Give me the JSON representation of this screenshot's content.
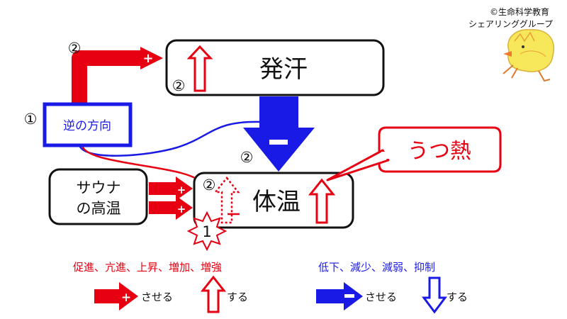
{
  "credit": [
    "©生命科学教育",
    "シェアリンググループ"
  ],
  "boxes": {
    "sweat": "発汗",
    "body_temp": "体温",
    "reverse": "逆の方向",
    "sauna_line1": "サウナ",
    "sauna_line2": "の高温",
    "utsunetsu": "うつ熱"
  },
  "markers": {
    "m1_left": "①",
    "m2_top": "②",
    "m2_sweat": "②",
    "m2_mid": "②",
    "m2_body": "②",
    "m1_burst": "1"
  },
  "signs": {
    "plus": "+",
    "minus": "−"
  },
  "legend": {
    "increase_terms": "促進、亢進、上昇、増加、増強",
    "decrease_terms": "低下、減少、減弱、抑制",
    "causes": "させる",
    "does": "する"
  },
  "colors": {
    "red": "#e60012",
    "blue": "#1a1ae6",
    "black": "#111111"
  }
}
